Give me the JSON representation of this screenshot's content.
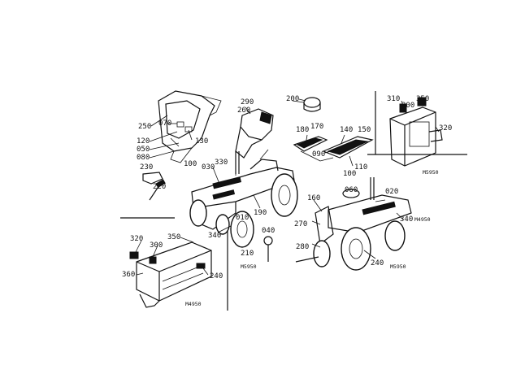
{
  "labels": {
    "l250": "250",
    "l070": "070",
    "l120": "120",
    "l050": "050",
    "l080": "080",
    "l130": "130",
    "l100a": "100",
    "l230": "230",
    "l220": "220",
    "l290": "290",
    "l260": "260",
    "l200": "200",
    "l180": "180",
    "l170": "170",
    "l140": "140",
    "l150": "150",
    "l090": "090",
    "l110": "110",
    "l100b": "100",
    "l330": "330",
    "l030": "030",
    "l010": "010",
    "l190": "190",
    "l340a": "340",
    "l210": "210",
    "l040": "040",
    "l310": "310",
    "l300a": "300",
    "l350a": "350",
    "l320a": "320",
    "l160": "160",
    "l060": "060",
    "l020": "020",
    "l270": "270",
    "l280": "280",
    "l340b": "340",
    "l240a": "240",
    "l320b": "320",
    "l300b": "300",
    "l350b": "350",
    "l360": "360",
    "l240b": "240"
  },
  "model_tags": {
    "m5950_top": "M5950",
    "m4950_right": "M4950",
    "m5950_right": "M5950",
    "m5950_mid": "M5950",
    "m4950_bottom": "M4950"
  }
}
